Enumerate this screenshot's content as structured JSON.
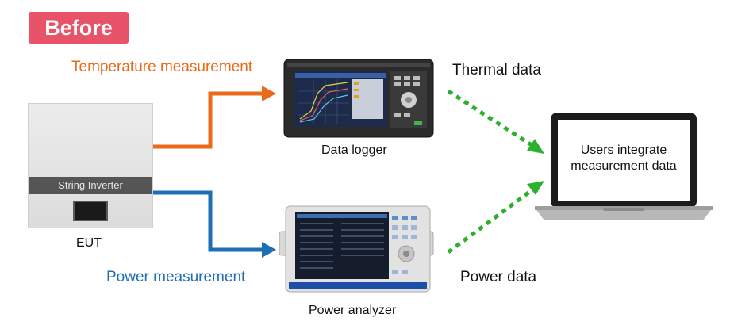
{
  "badge": "Before",
  "colors": {
    "badge": "#e8536a",
    "temperature": "#ea6a1a",
    "power": "#1e6db5",
    "data_flow": "#2db02d"
  },
  "eut": {
    "device_label": "String Inverter",
    "caption": "EUT"
  },
  "flows": {
    "temperature": "Temperature measurement",
    "power": "Power measurement",
    "thermal": "Thermal data",
    "power_data": "Power data"
  },
  "devices": {
    "logger": "Data logger",
    "analyzer": "Power analyzer"
  },
  "laptop": {
    "screen_text": "Users integrate measurement data"
  }
}
